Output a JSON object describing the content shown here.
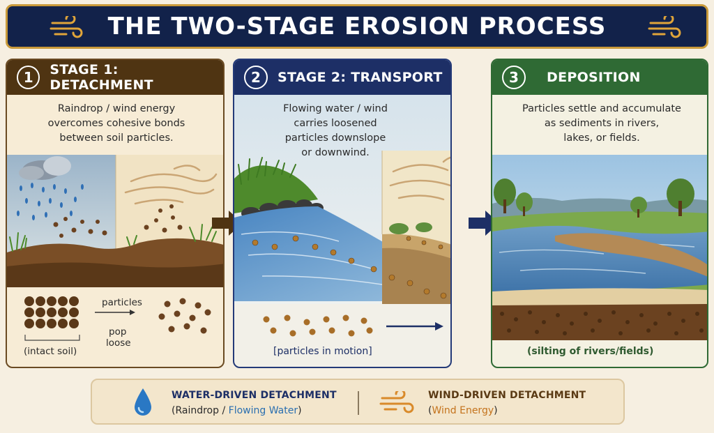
{
  "title": "THE TWO-STAGE EROSION PROCESS",
  "stages": [
    {
      "number": "1",
      "title": "STAGE 1: DETACHMENT",
      "desc": [
        "Raindrop / wind energy",
        "overcomes cohesive bonds",
        "between soil particles."
      ],
      "labels": {
        "particles": "particles",
        "pop": "pop",
        "loose": "loose",
        "intact": "(intact soil)"
      }
    },
    {
      "number": "2",
      "title": "STAGE 2: TRANSPORT",
      "desc": [
        "Flowing water / wind",
        "carries loosened",
        "particles downslope",
        "or downwind."
      ],
      "caption": "[particles in motion]"
    },
    {
      "number": "3",
      "title": "DEPOSITION",
      "desc": [
        "Particles settle and accumulate",
        "as sediments in rivers,",
        "lakes, or fields."
      ],
      "caption": "(silting of rivers/fields)"
    }
  ],
  "legend": {
    "water": {
      "title": "WATER-DRIVEN DETACHMENT",
      "sub_a": "(Raindrop / ",
      "sub_b": "Flowing Water",
      "sub_c": ")",
      "icon": "water-drop-icon"
    },
    "wind": {
      "title": "WIND-DRIVEN DETACHMENT",
      "sub_a": "(",
      "sub_b": "Wind Energy",
      "sub_c": ")",
      "icon": "wind-icon"
    }
  },
  "colors": {
    "banner": "#12224a",
    "stage1": "#4f3412",
    "stage2": "#1d2f66",
    "stage3": "#2f6a34",
    "gold": "#c99a3a",
    "water_blue": "#2a6fb0",
    "wind_orange": "#c4731c"
  }
}
